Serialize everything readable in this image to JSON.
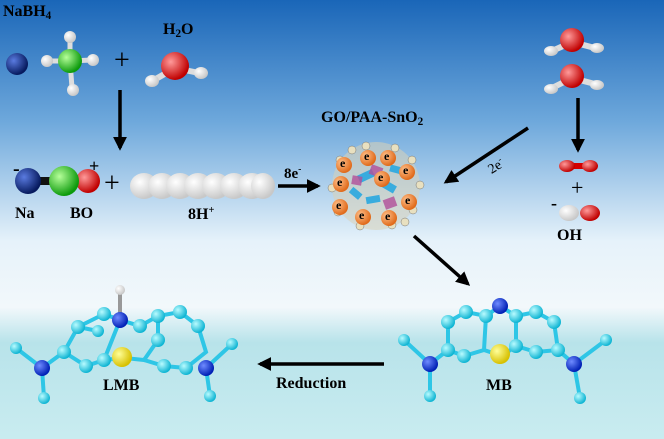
{
  "labels": {
    "nabh4": "NaBH",
    "nabh4_sub": "4",
    "h2o_h": "H",
    "h2o_sub": "2",
    "h2o_o": "O",
    "plus": "+",
    "minus": "-",
    "na": "Na",
    "bo": "BO",
    "eight_h": "8H",
    "eight_h_sup": "+",
    "eight_e": "8e",
    "eight_e_sup": "-",
    "catalyst": "GO/PAA-SnO",
    "catalyst_sub": "2",
    "two_e": "2e",
    "two_e_sup": "-",
    "oh": "OH",
    "electron": "e",
    "lmb": "LMB",
    "mb": "MB",
    "reduction": "Reduction"
  },
  "colors": {
    "sky_top": "#1f6fbf",
    "sky_mid": "#bfe0f3",
    "water": "#a9dde6",
    "na_atom": "#0b1f6b",
    "boron": "#1ec81e",
    "oxygen": "#e80000",
    "hydrogen": "#f2f2f2",
    "carbon": "#35d8ee",
    "nitrogen": "#0a2ee0",
    "sulfur": "#f0e000",
    "electron": "#f58a3c",
    "arrow": "#000000"
  }
}
